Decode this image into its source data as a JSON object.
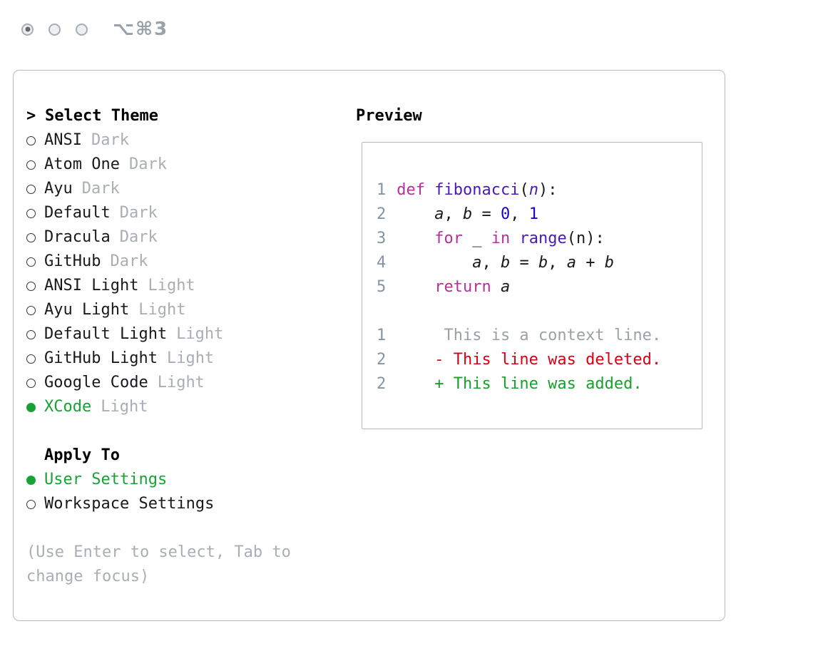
{
  "window": {
    "shortcut": "⌥⌘3"
  },
  "theme_selector": {
    "prefix": ">",
    "title": "Select Theme",
    "themes": [
      {
        "name": "ANSI",
        "variant": "Dark",
        "selected": false
      },
      {
        "name": "Atom One",
        "variant": "Dark",
        "selected": false
      },
      {
        "name": "Ayu",
        "variant": "Dark",
        "selected": false
      },
      {
        "name": "Default",
        "variant": "Dark",
        "selected": false
      },
      {
        "name": "Dracula",
        "variant": "Dark",
        "selected": false
      },
      {
        "name": "GitHub",
        "variant": "Dark",
        "selected": false
      },
      {
        "name": "ANSI Light",
        "variant": "Light",
        "selected": false
      },
      {
        "name": "Ayu Light",
        "variant": "Light",
        "selected": false
      },
      {
        "name": "Default Light",
        "variant": "Light",
        "selected": false
      },
      {
        "name": "GitHub Light",
        "variant": "Light",
        "selected": false
      },
      {
        "name": "Google Code",
        "variant": "Light",
        "selected": false
      },
      {
        "name": "XCode",
        "variant": "Light",
        "selected": true
      }
    ]
  },
  "apply_to": {
    "title": "Apply To",
    "options": [
      {
        "name": "User Settings",
        "selected": true
      },
      {
        "name": "Workspace Settings",
        "selected": false
      }
    ]
  },
  "hint": "(Use Enter to select, Tab to change focus)",
  "preview": {
    "title": "Preview",
    "lines": [
      {
        "num": "1",
        "tokens": [
          {
            "t": "def",
            "c": "kw"
          },
          {
            "t": " "
          },
          {
            "t": "fibonacci",
            "c": "fn"
          },
          {
            "t": "("
          },
          {
            "t": "n",
            "c": "param"
          },
          {
            "t": "):"
          }
        ]
      },
      {
        "num": "2",
        "tokens": [
          {
            "t": "    "
          },
          {
            "t": "a",
            "c": "id"
          },
          {
            "t": ", "
          },
          {
            "t": "b",
            "c": "id"
          },
          {
            "t": " = "
          },
          {
            "t": "0",
            "c": "num"
          },
          {
            "t": ", "
          },
          {
            "t": "1",
            "c": "num"
          }
        ]
      },
      {
        "num": "3",
        "tokens": [
          {
            "t": "    "
          },
          {
            "t": "for",
            "c": "kw"
          },
          {
            "t": " _ "
          },
          {
            "t": "in",
            "c": "kw"
          },
          {
            "t": " "
          },
          {
            "t": "range",
            "c": "fn"
          },
          {
            "t": "(n):"
          }
        ]
      },
      {
        "num": "4",
        "tokens": [
          {
            "t": "        "
          },
          {
            "t": "a",
            "c": "id"
          },
          {
            "t": ", "
          },
          {
            "t": "b",
            "c": "id"
          },
          {
            "t": " = "
          },
          {
            "t": "b",
            "c": "id"
          },
          {
            "t": ", "
          },
          {
            "t": "a",
            "c": "id"
          },
          {
            "t": " + "
          },
          {
            "t": "b",
            "c": "id"
          }
        ]
      },
      {
        "num": "5",
        "tokens": [
          {
            "t": "    "
          },
          {
            "t": "return",
            "c": "kw"
          },
          {
            "t": " "
          },
          {
            "t": "a",
            "c": "id"
          }
        ]
      },
      {
        "num": "",
        "tokens": []
      },
      {
        "num": "1",
        "tokens": [
          {
            "t": "     This is a context line.",
            "c": "context"
          }
        ]
      },
      {
        "num": "2",
        "tokens": [
          {
            "t": "    - This line was deleted.",
            "c": "deleted"
          }
        ]
      },
      {
        "num": "2",
        "tokens": [
          {
            "t": "    + This line was added.",
            "c": "added"
          }
        ]
      }
    ]
  },
  "colors": {
    "kw": "#b5309b",
    "fn": "#4a1ab8",
    "num": "#1b00cf",
    "lnum": "#8494a4",
    "ctx": "#9ba1a7",
    "del": "#d70015",
    "add": "#16a12b",
    "green": "#16a333",
    "muted": "#a9aeb5",
    "text": "#17191c",
    "border": "#b2bac2"
  }
}
